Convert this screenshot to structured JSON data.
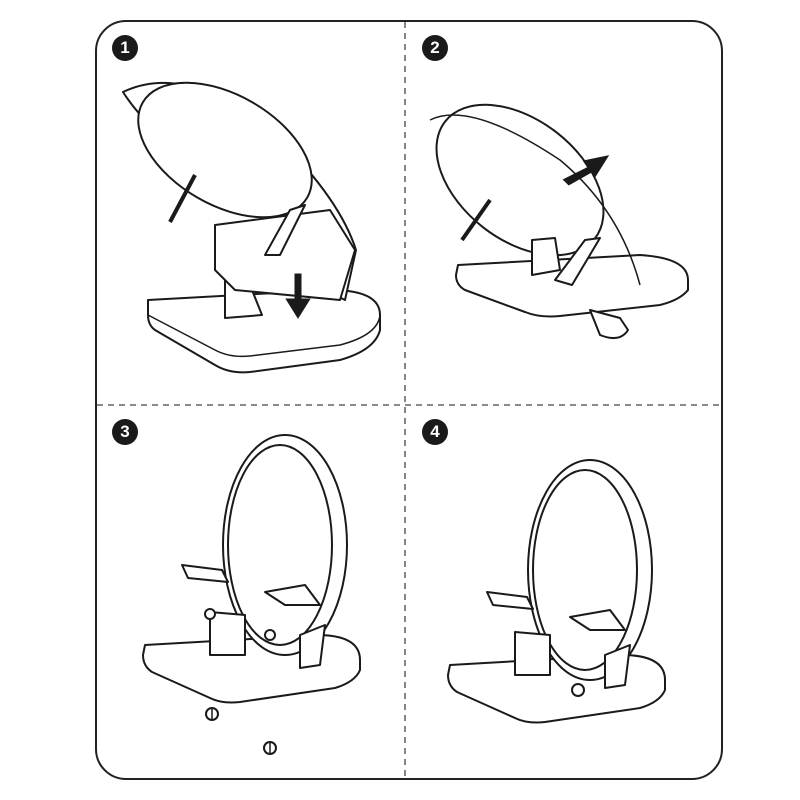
{
  "steps": [
    {
      "number": "1",
      "action": "insert-stand-into-base",
      "arrow": "down"
    },
    {
      "number": "2",
      "action": "tilt-stand",
      "arrow": "up-right"
    },
    {
      "number": "3",
      "action": "insert-screws"
    },
    {
      "number": "4",
      "action": "assembled"
    }
  ],
  "colors": {
    "line": "#1a1a1a",
    "background": "#ffffff"
  }
}
